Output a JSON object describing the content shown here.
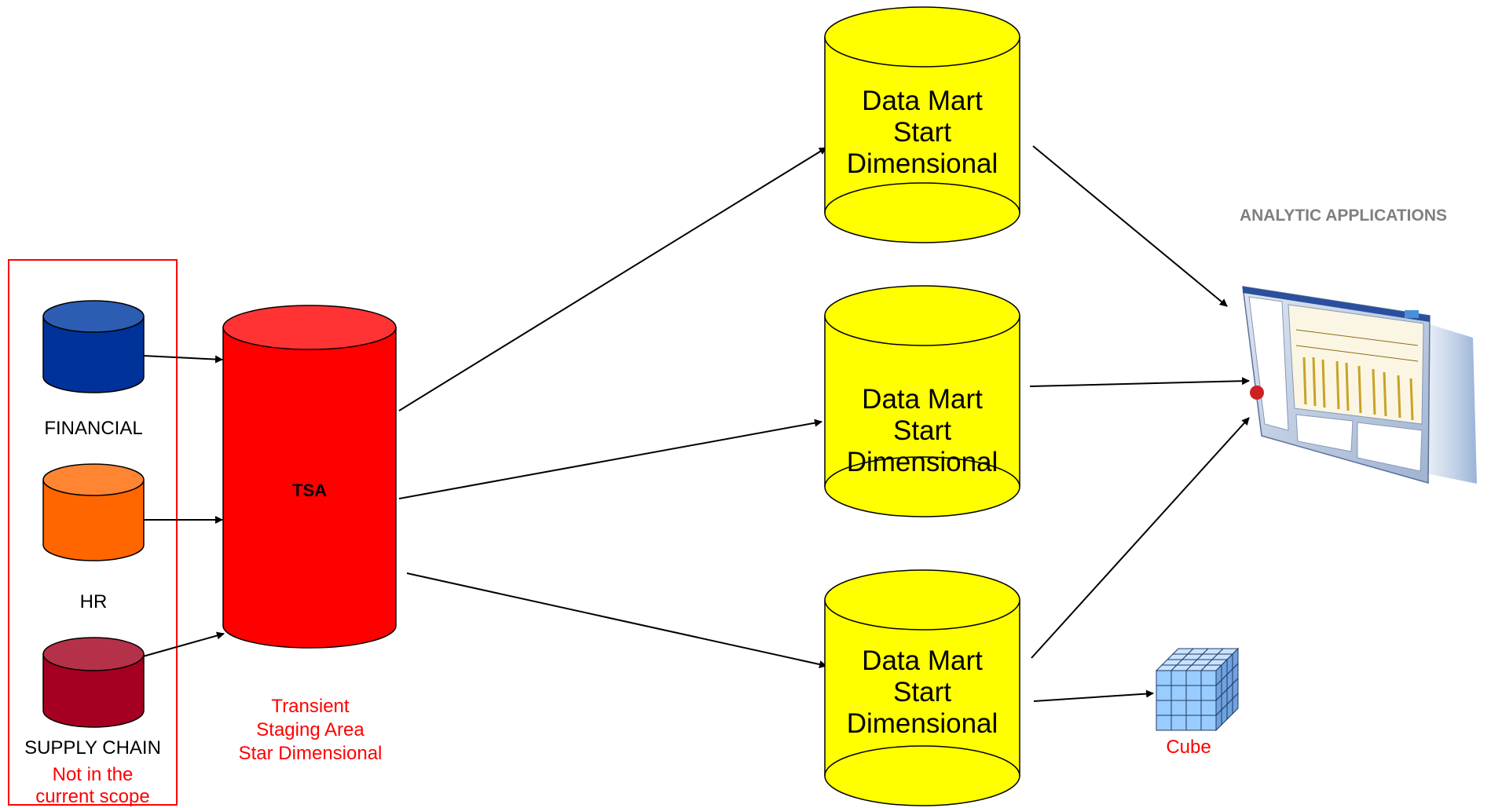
{
  "sources": [
    {
      "label": "FINANCIAL",
      "color": "#003399"
    },
    {
      "label": "HR",
      "color": "#ff6600"
    },
    {
      "label": "SUPPLY CHAIN",
      "color": "#a50021"
    }
  ],
  "scope_note": "Not in the current scope",
  "scope_note_lines": [
    "Not in the",
    "current scope"
  ],
  "staging": {
    "label": "TSA",
    "caption_lines": [
      "Transient",
      "Staging Area",
      "Star Dimensional"
    ],
    "color": "#ff0000"
  },
  "data_marts": [
    {
      "lines": [
        "Data Mart",
        "Start",
        "Dimensional"
      ]
    },
    {
      "lines": [
        "Data Mart",
        "Start",
        "Dimensional"
      ]
    },
    {
      "lines": [
        "Data Mart",
        "Start",
        "Dimensional"
      ]
    }
  ],
  "mart_color": "#ffff00",
  "analytics": {
    "label": "ANALYTIC APPLICATIONS",
    "icon": "analytics-app-window-icon"
  },
  "cube": {
    "label": "Cube",
    "icon": "olap-cube-icon",
    "color": "#99ccff"
  },
  "accent_colors": {
    "scope_border": "#ff0000",
    "caption_text": "#ff0000",
    "analytics_text": "#7f7f7f"
  }
}
